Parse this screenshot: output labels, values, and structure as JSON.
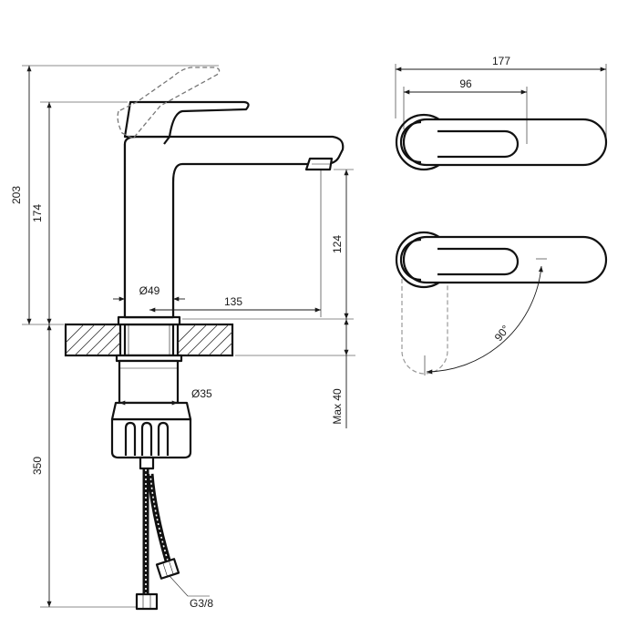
{
  "dimensions": {
    "total_height": "203",
    "spout_height": "174",
    "outlet_height": "124",
    "base_diameter": "Ø49",
    "projection": "135",
    "handle_span": "177",
    "handle_center": "96",
    "rotation_angle": "90°",
    "shank_diameter": "Ø35",
    "counter_thickness": "Max 40",
    "hose_length": "350",
    "hose_thread": "G3/8"
  },
  "colors": {
    "line": "#111111",
    "ghost": "#777777",
    "background": "#ffffff"
  }
}
